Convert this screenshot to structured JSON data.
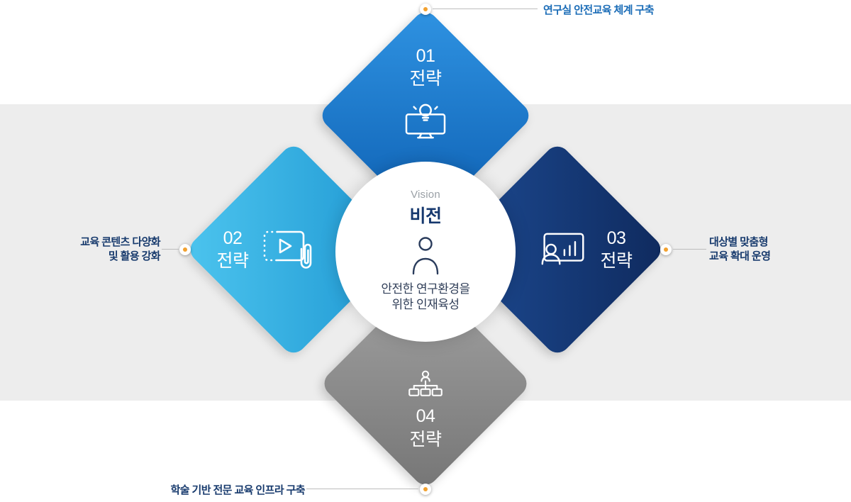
{
  "diagram": {
    "type": "vision-strategy-infographic"
  },
  "vision": {
    "eyebrow": "Vision",
    "title": "비전",
    "description": "안전한 연구환경을\n위한 인재육성"
  },
  "strategies": [
    {
      "number": "01",
      "label": "전략",
      "callout": "연구실 안전교육 체계 구축",
      "icon": "monitor-idea-icon",
      "color": "#1470c4"
    },
    {
      "number": "02",
      "label": "전략",
      "callout": "교육 콘텐츠 다양화\n및 활용 강화",
      "icon": "video-content-icon",
      "color": "#35b3e5"
    },
    {
      "number": "03",
      "label": "전략",
      "callout": "대상별 맞춤형\n교육 확대 운영",
      "icon": "person-chart-icon",
      "color": "#173f85"
    },
    {
      "number": "04",
      "label": "전략",
      "callout": "학술 기반 전문 교육 인프라 구축",
      "icon": "org-chart-icon",
      "color": "#8d8d8d"
    }
  ],
  "colors": {
    "band_gray": "#ededed",
    "accent_dot_orange": "#f2a130",
    "callout_blue": "#1a6cb7",
    "callout_navy": "#173a6d"
  }
}
